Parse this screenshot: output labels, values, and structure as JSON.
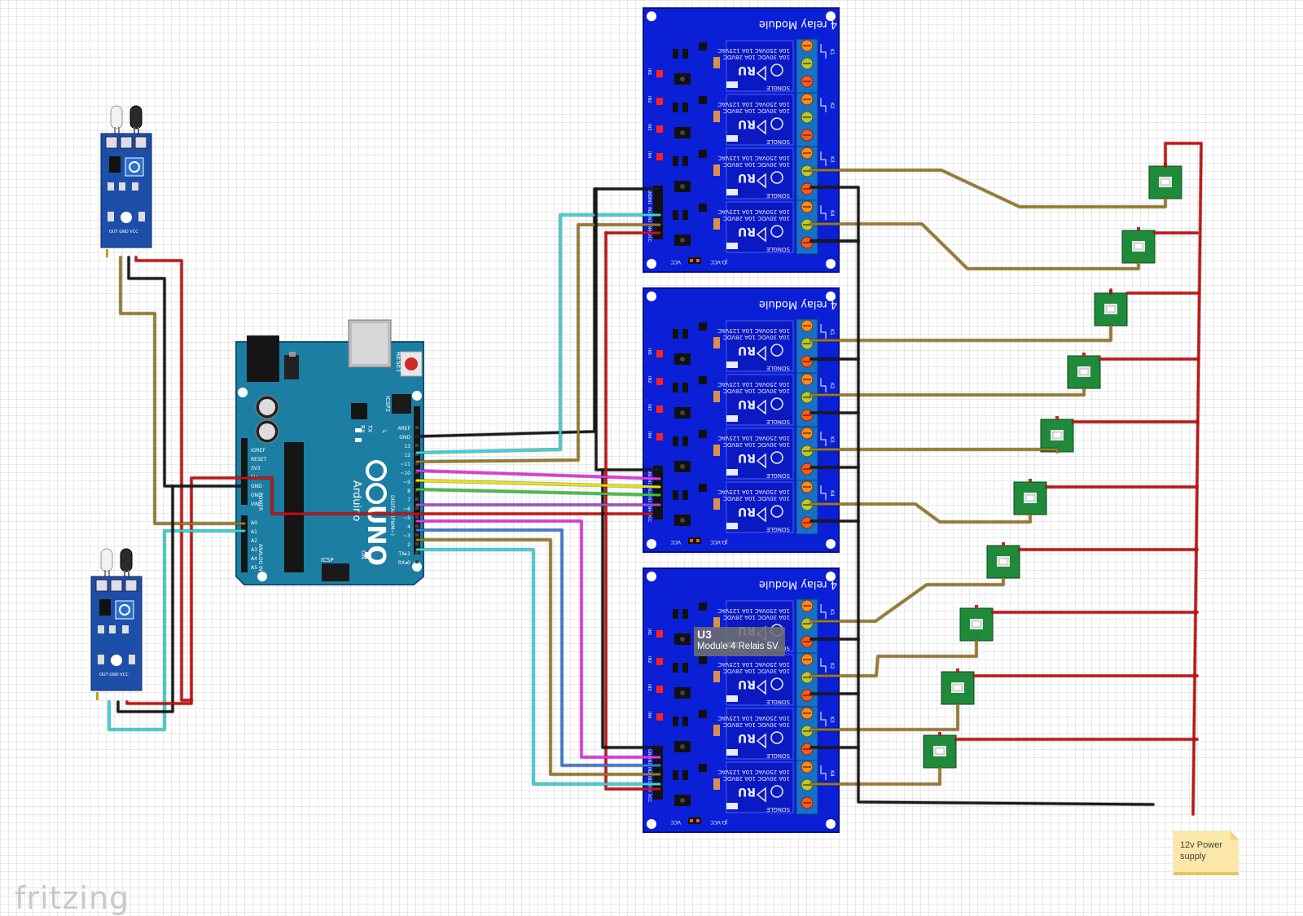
{
  "relay_module": {
    "title": "4 relay Module",
    "relay_brand": "SONGLE",
    "relay_rating_1": "10A 250VAC  10A 125VAC",
    "relay_rating_2": "10A 30VDC  10A 28VDC",
    "channel_labels": [
      "K1",
      "K2",
      "K3",
      "K4"
    ],
    "input_labels": [
      "IN1",
      "IN2",
      "IN3",
      "IN4"
    ],
    "header_pins": [
      "GND",
      "IN1",
      "IN2",
      "IN3",
      "IN4",
      "VCC"
    ],
    "jumper_left": "VCC",
    "jumper_right": "JD-VCC"
  },
  "tooltip": {
    "title": "U3",
    "subtitle": "Module 4 Relais 5V"
  },
  "arduino": {
    "brand": "Arduino",
    "model": "UNO",
    "reset": "RESET",
    "icsp": "ICSP",
    "icsp2": "ICSP2",
    "on": "ON",
    "tx": "TX",
    "rx": "RX",
    "l": "L",
    "digital": "DIGITAL (PWM~)",
    "analog": "ANALOG IN",
    "power": "POWER",
    "digital_pins": [
      "AREF",
      "GND",
      "13",
      "12",
      "~11",
      "~10",
      "~9",
      "8",
      "7",
      "~6",
      "~5",
      "4",
      "~3",
      "2",
      "TX▸1",
      "RX◂0"
    ],
    "power_pins": [
      "IOREF",
      "RESET",
      "3V3",
      "5V",
      "GND",
      "GND",
      "VIN"
    ],
    "analog_pins": [
      "A0",
      "A1",
      "A2",
      "A3",
      "A4",
      "A5"
    ]
  },
  "ir_sensor": {
    "pins": [
      "OUT",
      "GND",
      "VCC"
    ]
  },
  "power_supply": {
    "label": "12v Power supply"
  },
  "logo": "fritzing",
  "colors": {
    "board_blue": "#0b1fd6",
    "arduino_teal": "#1d7ea3",
    "wire_red": "#cc1111",
    "wire_black": "#1a1a1a",
    "wire_brown": "#9a7a22",
    "wire_cyan": "#34d6d6",
    "wire_magenta": "#e632e6",
    "wire_yellow": "#e6e600",
    "wire_green": "#3cc43c",
    "wire_blue": "#3a78d8",
    "wire_purple": "#a050c8",
    "led_green": "#1f8a3a"
  }
}
